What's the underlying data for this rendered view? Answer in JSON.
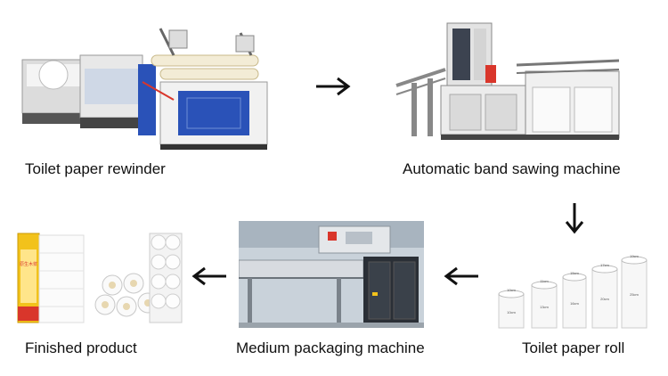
{
  "diagram": {
    "steps": [
      {
        "id": "rewinder",
        "label": "Toilet paper rewinder",
        "icon": "rewinder-machine-icon"
      },
      {
        "id": "band-saw",
        "label": "Automatic band sawing machine",
        "icon": "band-saw-machine-icon"
      },
      {
        "id": "roll",
        "label": "Toilet paper roll",
        "icon": "paper-rolls-icon",
        "roll_sizes": [
          "10cm",
          "10cm",
          "11cm",
          "13cm",
          "15cm",
          "16cm",
          "17cm",
          "20cm",
          "19cm",
          "25cm"
        ]
      },
      {
        "id": "packaging",
        "label": "Medium packaging machine",
        "icon": "packaging-machine-icon"
      },
      {
        "id": "finished",
        "label": "Finished product",
        "icon": "finished-product-icon",
        "pack_text": "原生木浆"
      }
    ],
    "colors": {
      "arrow": "#111111",
      "machine_blue": "#2a52b8",
      "machine_white": "#eeeeee",
      "dark_panel": "#2a2f36",
      "pack_yellow": "#f2c21b",
      "pack_red": "#d9362b"
    }
  }
}
